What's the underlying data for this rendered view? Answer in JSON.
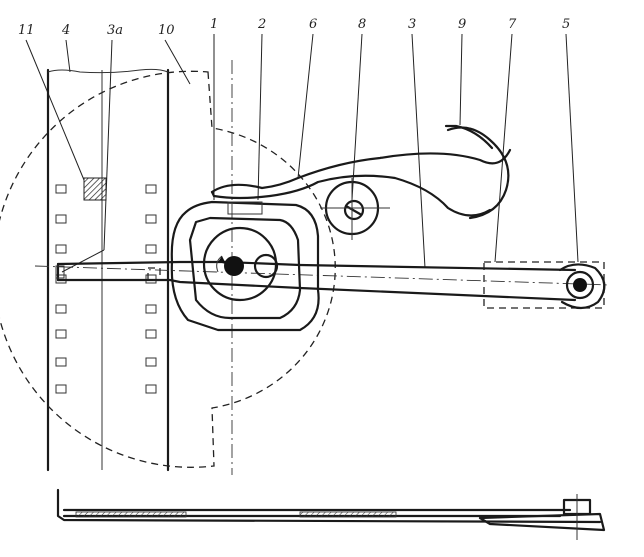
{
  "labels": {
    "l11": "11",
    "l4": "4",
    "l3a": "3a",
    "l10": "10",
    "l1": "1",
    "l2": "2",
    "l6": "6",
    "l8": "8",
    "l3": "3",
    "l9": "9",
    "l7": "7",
    "l5": "5"
  },
  "colors": {
    "ink": "#1a1a1a",
    "paper": "#ffffff"
  }
}
